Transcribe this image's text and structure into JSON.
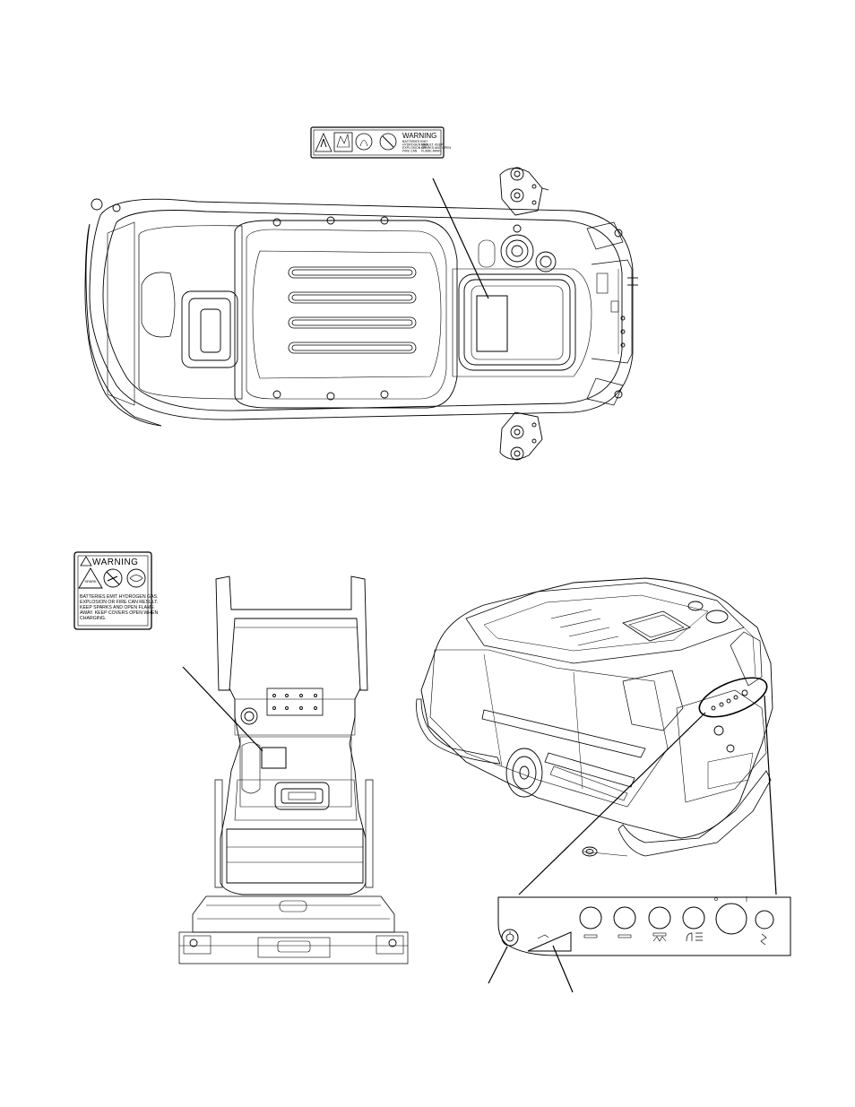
{
  "top_decal": {
    "title": "WARNING",
    "lines": [
      "BATTERIES EMIT",
      "HYDROGEN GAS.",
      "EXPLOSION OR",
      "FIRE CAN",
      "RESULT. KEEP",
      "SPARKS AND OPEN",
      "FLAME AWAY."
    ]
  },
  "side_decal": {
    "title": "WARNING",
    "lines": [
      "BATTERIES EMIT HYDROGEN GAS.",
      "EXPLOSION OR FIRE CAN RESULT.",
      "KEEP SPARKS AND OPEN FLAME",
      "AWAY. KEEP COVERS OPEN WHEN",
      "CHARGING."
    ],
    "icons": [
      "spark-warning-icon",
      "no-smoking-icon",
      "eye-protection-icon"
    ]
  },
  "control_panel": {
    "buttons": [
      "button-1",
      "button-2",
      "button-3",
      "button-4",
      "button-5-large",
      "button-6"
    ]
  }
}
